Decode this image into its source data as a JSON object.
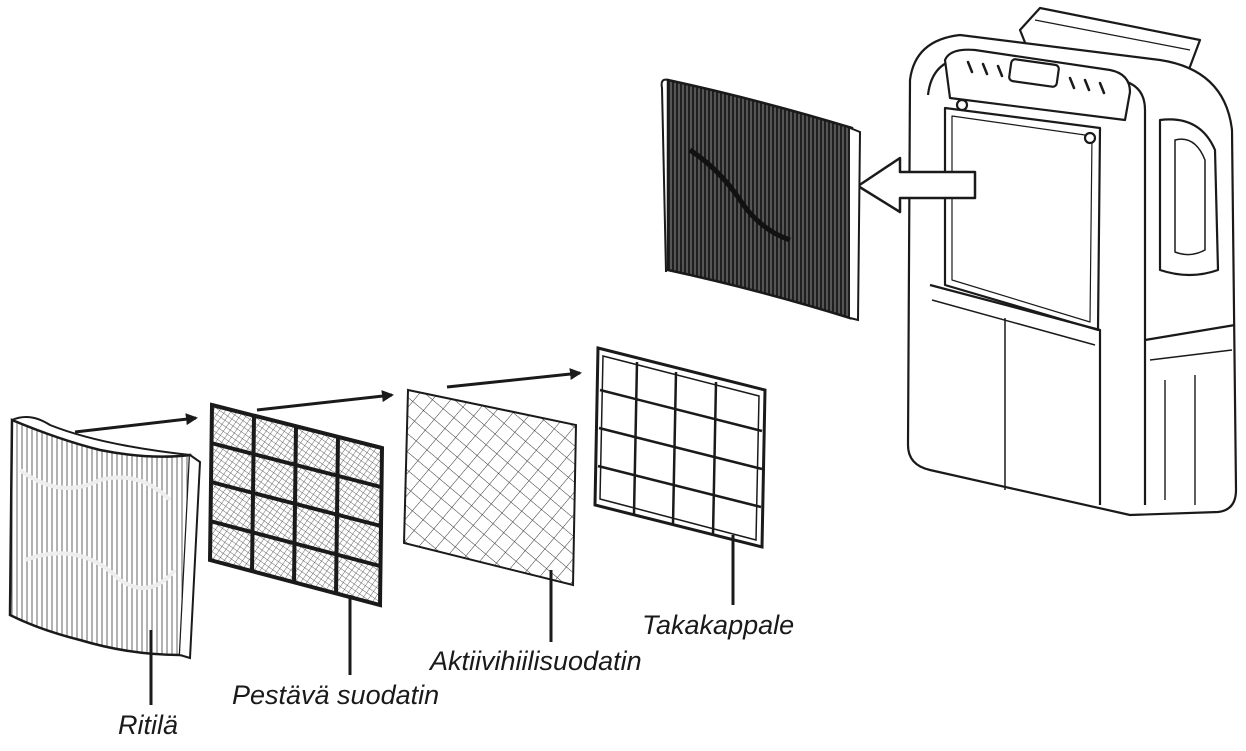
{
  "labels": {
    "grille": "Ritilä",
    "washable_filter": "Pestävä suodatin",
    "carbon_filter": "Aktiivihiilisuodatin",
    "back_piece": "Takakappale"
  },
  "colors": {
    "line": "#1a1a1a",
    "fill": "#ffffff",
    "mesh_dark": "#2a2a2a",
    "mesh_mid": "#777777"
  }
}
